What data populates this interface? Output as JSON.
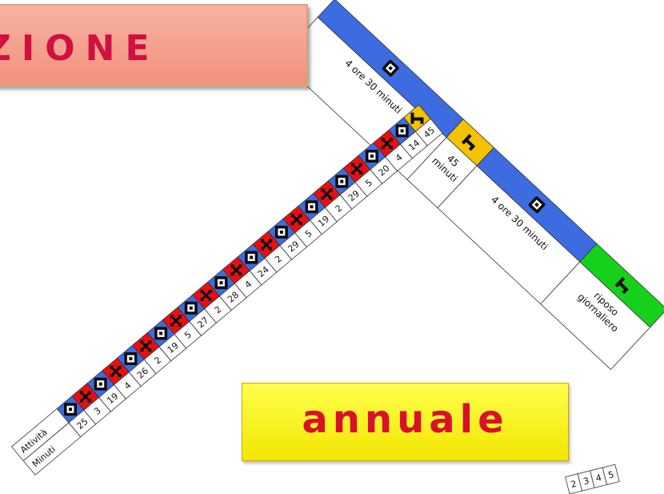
{
  "title_fragment": "ZIONE",
  "subtitle": "annuale",
  "colors": {
    "blue": "#3c6ce0",
    "red": "#e80f13",
    "yellow": "#f5c200",
    "green": "#17d01b",
    "title_text": "#cf1040",
    "annual_text": "#d8102a"
  },
  "long_strip": {
    "row_labels": [
      "Attività",
      "Minuti"
    ],
    "cells": [
      {
        "activity": "wheel",
        "minutes": "25"
      },
      {
        "activity": "hammers",
        "minutes": "3"
      },
      {
        "activity": "wheel",
        "minutes": "19"
      },
      {
        "activity": "hammers",
        "minutes": "4"
      },
      {
        "activity": "wheel",
        "minutes": "26"
      },
      {
        "activity": "hammers",
        "minutes": "2"
      },
      {
        "activity": "wheel",
        "minutes": "19"
      },
      {
        "activity": "hammers",
        "minutes": "5"
      },
      {
        "activity": "wheel",
        "minutes": "27"
      },
      {
        "activity": "hammers",
        "minutes": "2"
      },
      {
        "activity": "wheel",
        "minutes": "28"
      },
      {
        "activity": "hammers",
        "minutes": "4"
      },
      {
        "activity": "wheel",
        "minutes": "24"
      },
      {
        "activity": "hammers",
        "minutes": "2"
      },
      {
        "activity": "wheel",
        "minutes": "29"
      },
      {
        "activity": "hammers",
        "minutes": "5"
      },
      {
        "activity": "wheel",
        "minutes": "19"
      },
      {
        "activity": "hammers",
        "minutes": "2"
      },
      {
        "activity": "wheel",
        "minutes": "29"
      },
      {
        "activity": "hammers",
        "minutes": "5"
      },
      {
        "activity": "wheel",
        "minutes": "20"
      },
      {
        "activity": "hammers",
        "minutes": "4"
      },
      {
        "activity": "wheel",
        "minutes": "14"
      },
      {
        "activity": "bed",
        "minutes": "45"
      }
    ]
  },
  "cross_strip": {
    "segments": [
      {
        "activity": "wheel",
        "label": "4 ore 30 minuti",
        "color": "blue"
      },
      {
        "activity": "bed",
        "label": "45 minuti",
        "color": "yellow"
      },
      {
        "activity": "wheel",
        "label": "4 ore 30 minuti",
        "color": "blue"
      },
      {
        "activity": "bed",
        "label": "riposo giornaliero",
        "color": "green"
      }
    ]
  },
  "corner_numbers": [
    "2",
    "3",
    "4",
    "5"
  ]
}
